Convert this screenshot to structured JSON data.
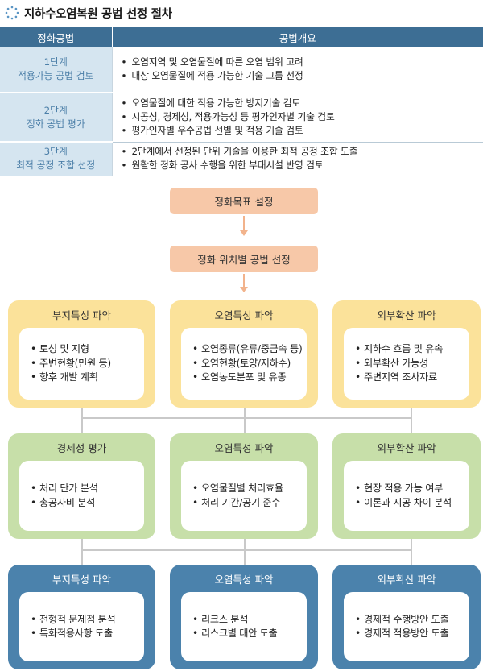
{
  "title": "지하수오염복원 공법 선정 절차",
  "table": {
    "headers": [
      "정화공법",
      "공법개요"
    ],
    "rows": [
      {
        "step": "1단계",
        "name": "적용가능 공법 검토",
        "items": [
          "오염지역 및 오염물질에 따른 오염 범위 고려",
          "대상 오염물질에 적용 가능한 기술 그룹 선정"
        ]
      },
      {
        "step": "2단계",
        "name": "정화 공법 평가",
        "items": [
          "오염물질에 대한 적용 가능한 방지기술 검토",
          "시공성, 경제성, 적용가능성 등 평가인자별 기술 검토",
          "평가인자별 우수공법 선별 및 적용 기술 검토"
        ]
      },
      {
        "step": "3단계",
        "name": "최적 공정 조합 선정",
        "items": [
          "2단계에서 선정된 단위 기술을 이용한 최적 공정 조합 도출",
          "원활한 정화 공사 수행을 위한 부대시설 반영 검토"
        ]
      }
    ]
  },
  "flow": {
    "step1": "정화목표 설정",
    "step2": "정화 위치별 공법 선정"
  },
  "rows": [
    {
      "color": "#fbe29a",
      "cards": [
        {
          "title": "부지특성 파악",
          "items": [
            "토성 및 지형",
            "주변현황(민원 등)",
            "향후 개발 계획"
          ]
        },
        {
          "title": "오염특성 파악",
          "items": [
            "오염종류(유류/중금속 등)",
            "오염현황(토양/지하수)",
            "오염농도분포 및 유종"
          ]
        },
        {
          "title": "외부확산 파악",
          "items": [
            "지하수 흐름 및 유속",
            "외부확산 가능성",
            "주변지역 조사자료"
          ]
        }
      ]
    },
    {
      "color": "#c7dfa9",
      "cards": [
        {
          "title": "경제성 평가",
          "items": [
            "처리 단가 분석",
            "총공사비 분석"
          ]
        },
        {
          "title": "오염특성 파악",
          "items": [
            "오염물질별 처리효율",
            "처리 기간/공기 준수"
          ]
        },
        {
          "title": "외부확산 파악",
          "items": [
            "현장 적용 가능 여부",
            "이론과 시공 차이 분석"
          ]
        }
      ]
    },
    {
      "color": "#4b82ac",
      "cards": [
        {
          "title": "부지특성 파악",
          "items": [
            "전형적 문제점 분석",
            "특화적용사항 도출"
          ]
        },
        {
          "title": "오염특성 파악",
          "items": [
            "리크스 분석",
            "리스크별 대안 도출"
          ]
        },
        {
          "title": "외부확산 파악",
          "items": [
            "경제적 수행방안 도출",
            "경제적 적용방안 도출"
          ]
        }
      ]
    }
  ]
}
